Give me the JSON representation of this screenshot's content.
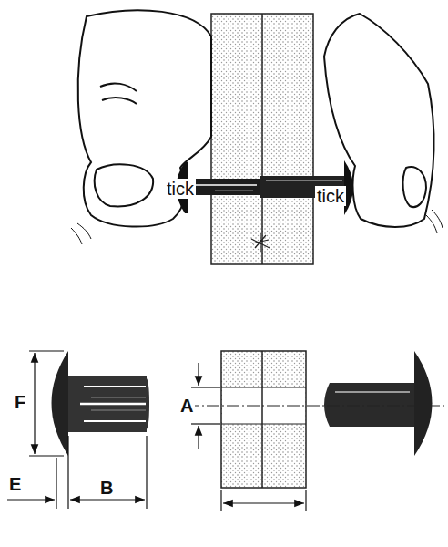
{
  "diagram": {
    "labels": [
      "tick",
      "tick",
      "F",
      "E",
      "B",
      "A"
    ]
  }
}
